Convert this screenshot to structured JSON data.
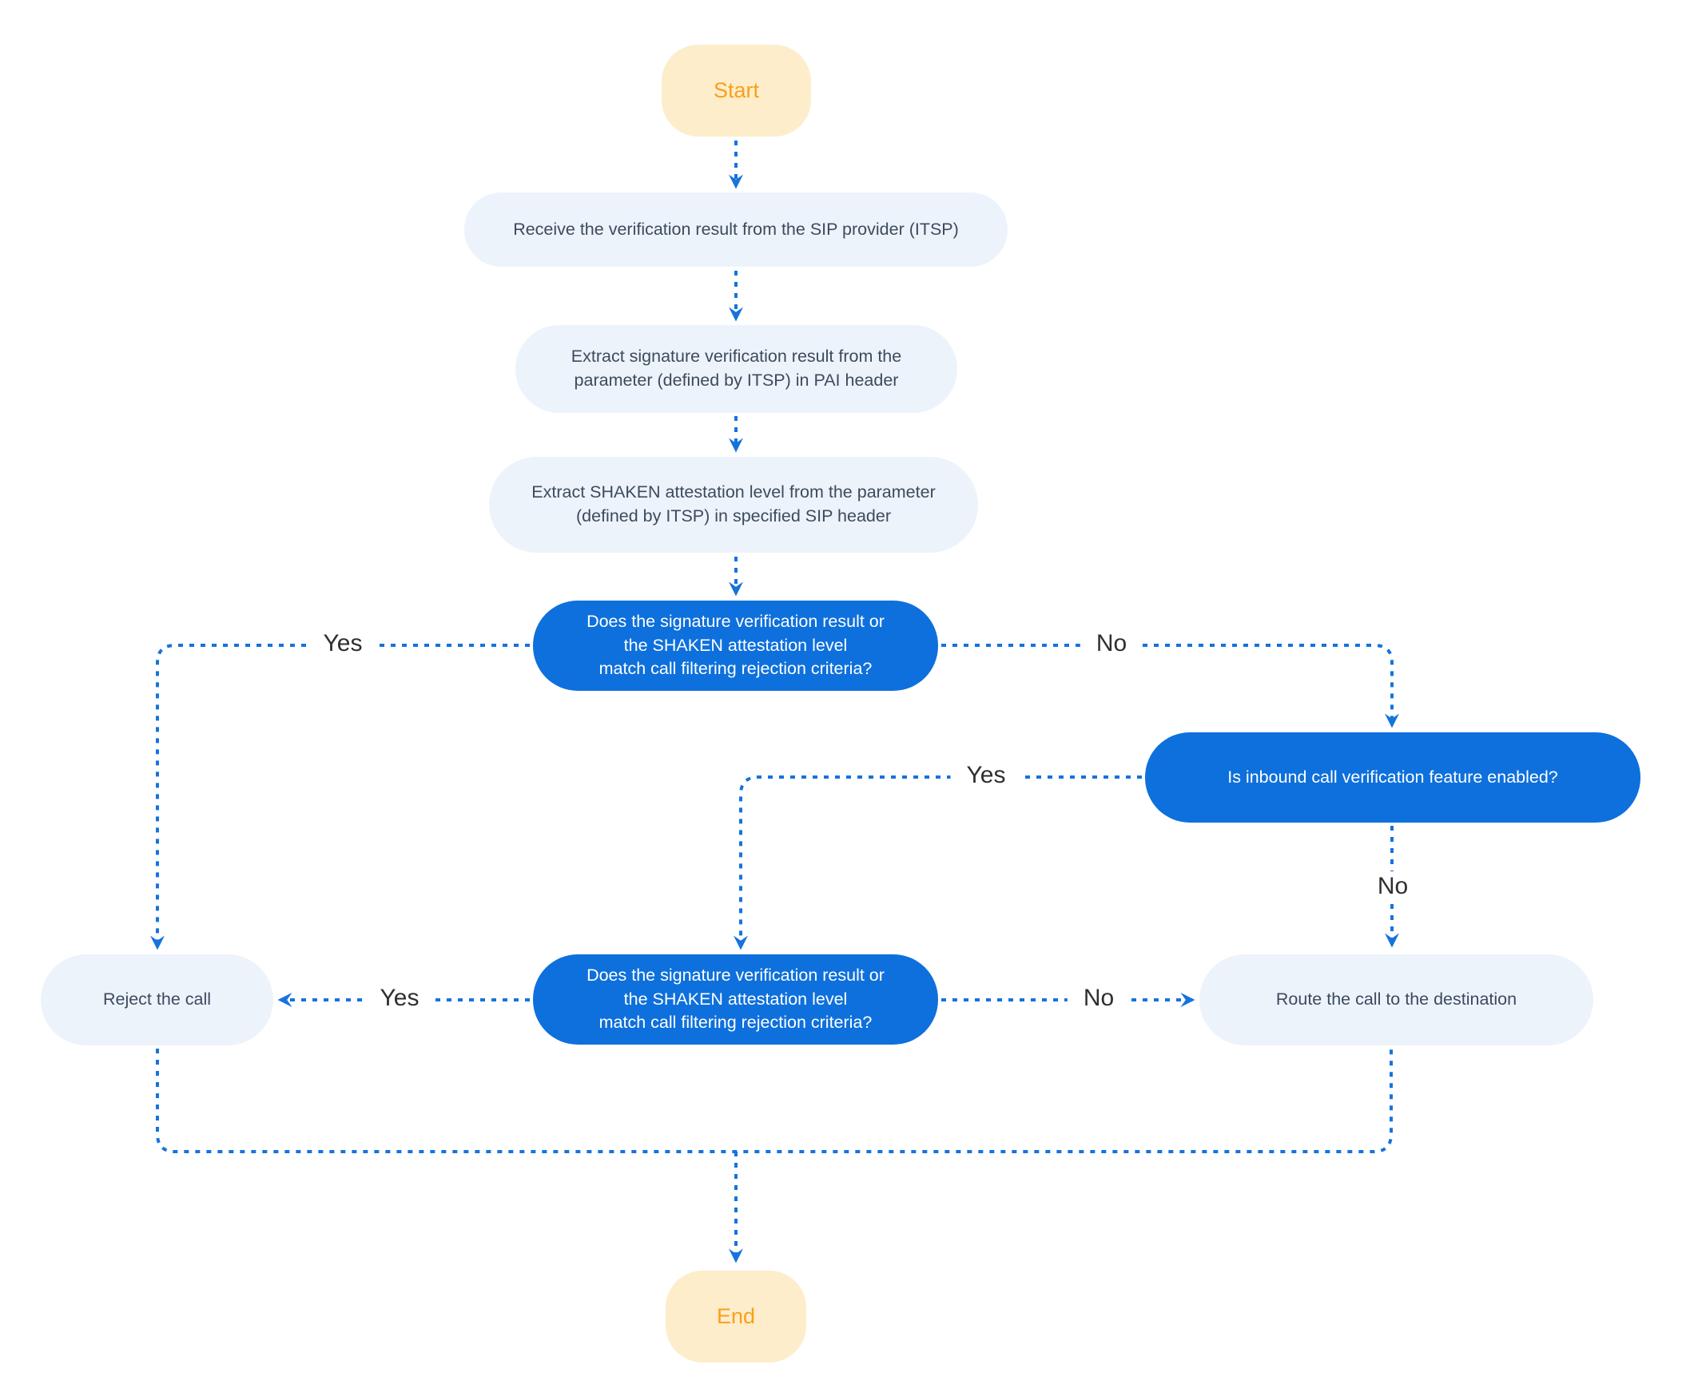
{
  "colors": {
    "node_primary": "#0e70dc",
    "node_light": "#edf3fb",
    "terminal_bg": "#fdedca",
    "terminal_text": "#f8a01b",
    "connector": "#1673dc",
    "node_light_text": "#3c4b5c",
    "label_text": "#2f2f2f"
  },
  "nodes": {
    "start": "Start",
    "receive": "Receive the verification result from the SIP provider (ITSP)",
    "extract_signature": [
      "Extract signature verification result from the",
      "parameter (defined by ITSP) in PAI header"
    ],
    "extract_shaken": [
      "Extract SHAKEN attestation level from the parameter",
      "(defined by ITSP) in specified SIP header"
    ],
    "decision_filter_1": [
      "Does the signature verification result or",
      "the SHAKEN attestation level",
      "match call filtering rejection criteria?"
    ],
    "inbound_enabled": "Is inbound call verification feature enabled?",
    "decision_filter_2": [
      "Does the signature verification result or",
      "the SHAKEN attestation level",
      "match call filtering rejection criteria?"
    ],
    "reject": "Reject the call",
    "route": "Route the call to the destination",
    "end": "End"
  },
  "edge_labels": {
    "decision1_yes": "Yes",
    "decision1_no": "No",
    "inbound_yes": "Yes",
    "inbound_no": "No",
    "decision2_yes": "Yes",
    "decision2_no": "No"
  }
}
